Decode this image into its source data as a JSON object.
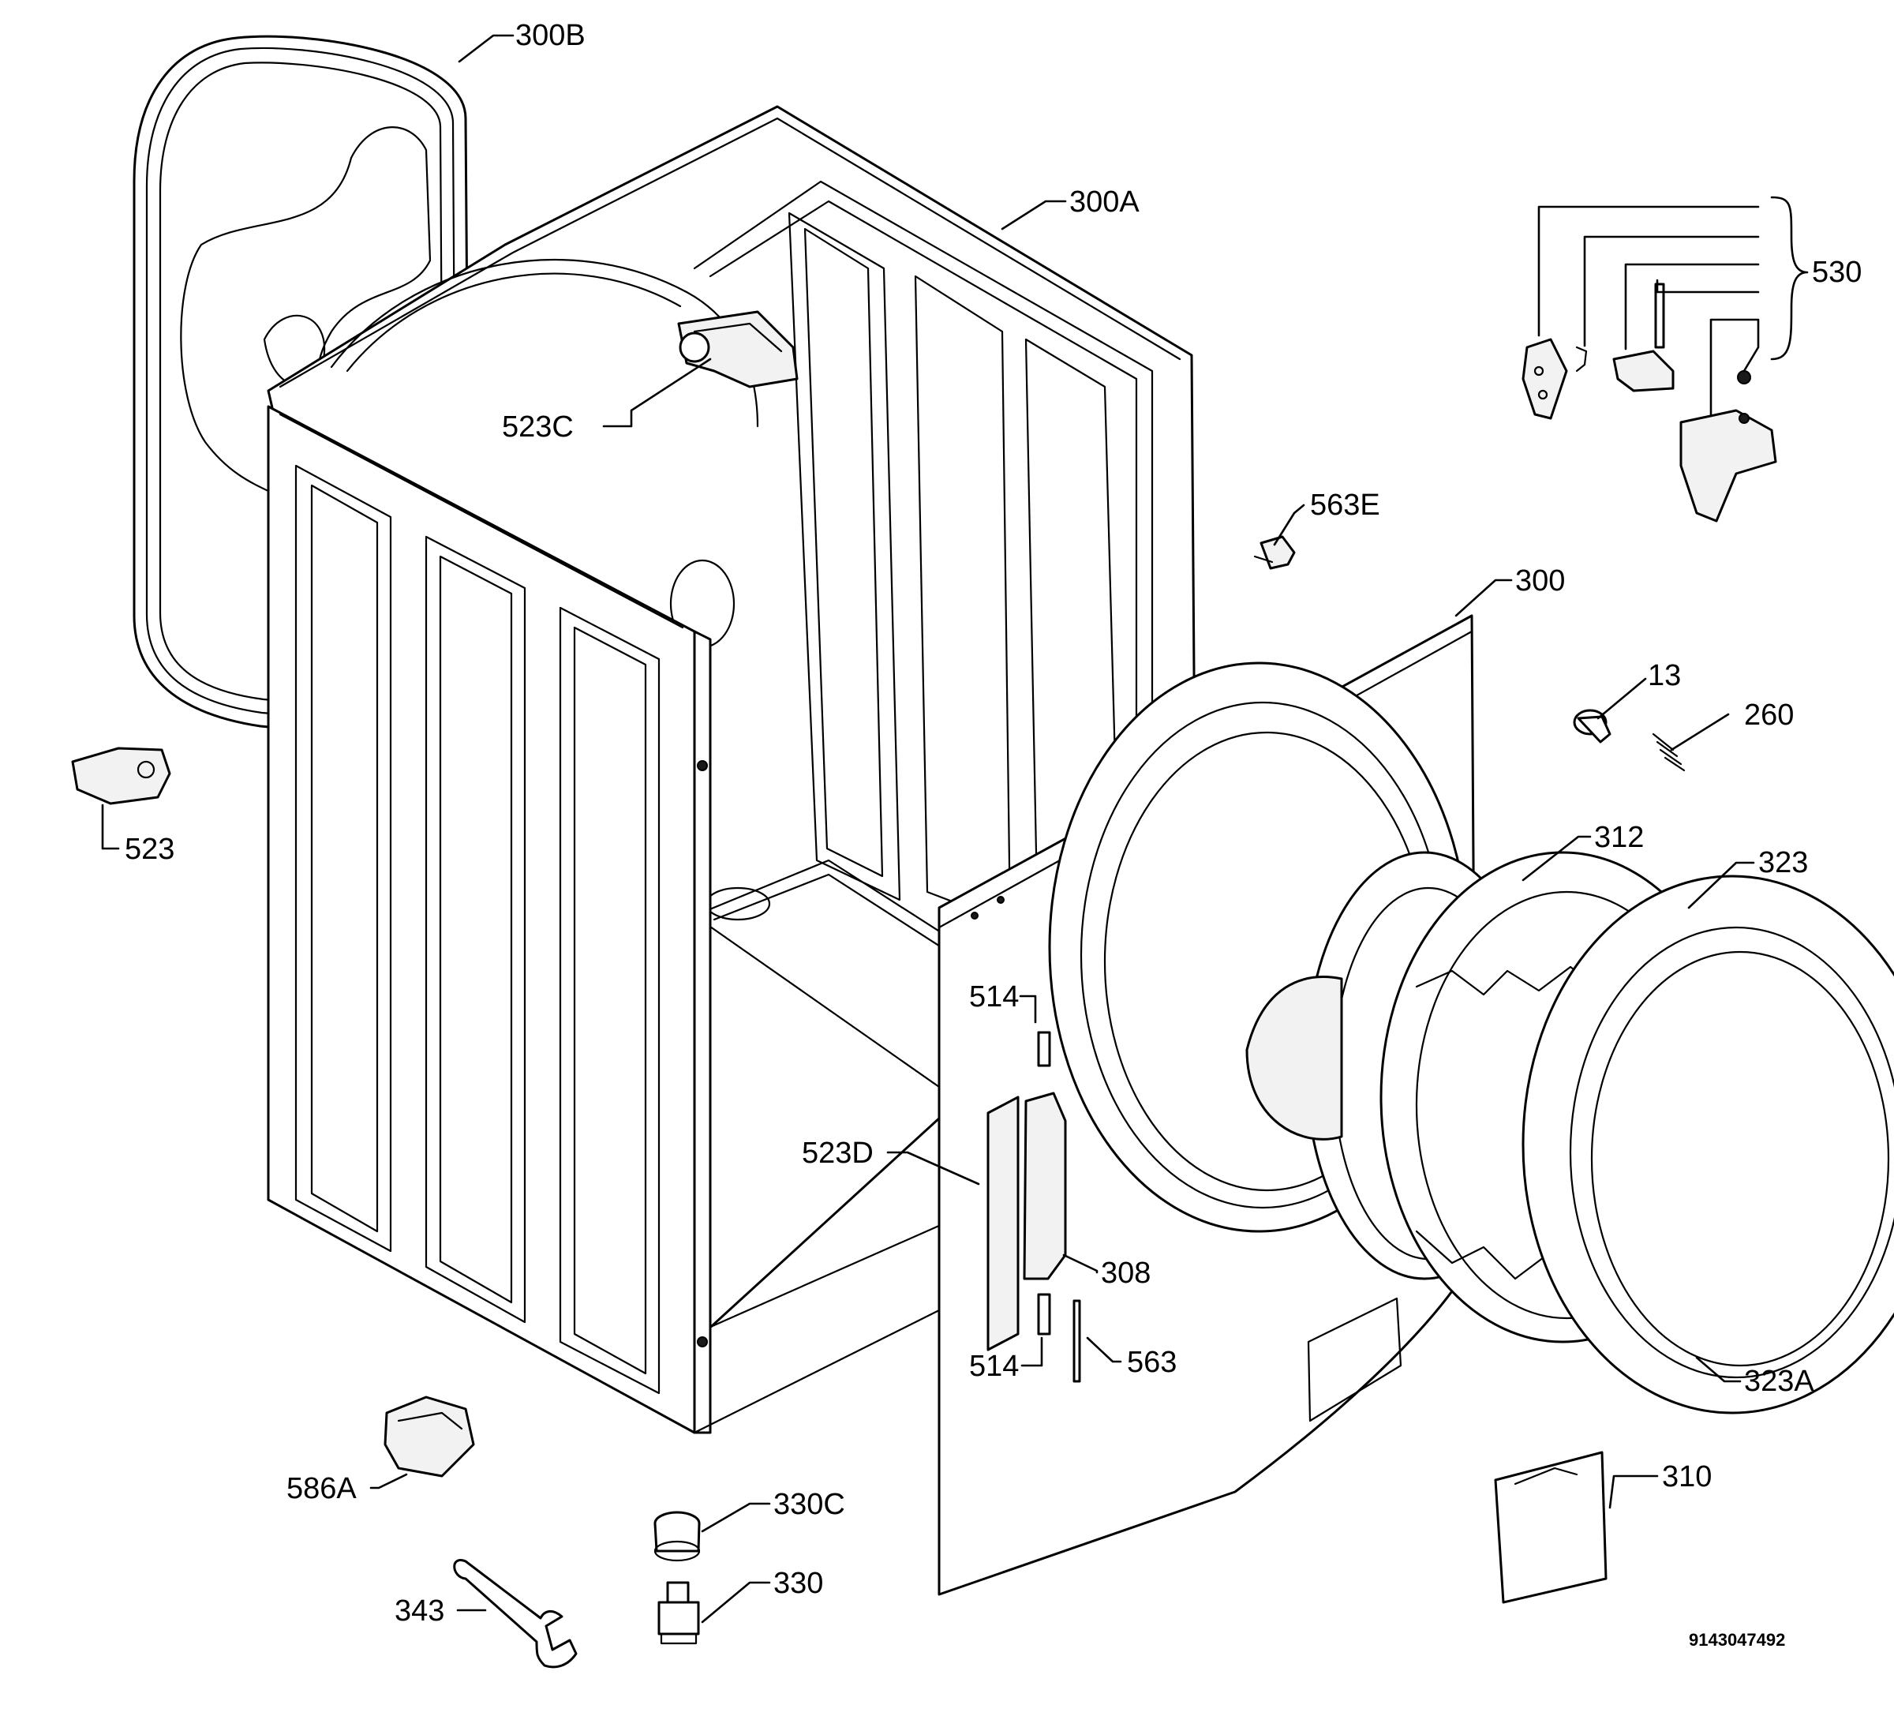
{
  "callouts": {
    "c300B": "300B",
    "c300A": "300A",
    "c530": "530",
    "c523C": "523C",
    "c563E": "563E",
    "c300": "300",
    "c13": "13",
    "c260": "260",
    "c523": "523",
    "c312": "312",
    "c323": "323",
    "c514a": "514",
    "c523D": "523D",
    "c308": "308",
    "c514b": "514",
    "c563": "563",
    "c323A": "323A",
    "c586A": "586A",
    "c330C": "330C",
    "c310": "310",
    "c343": "343",
    "c330": "330"
  },
  "document_number": "9143047492"
}
